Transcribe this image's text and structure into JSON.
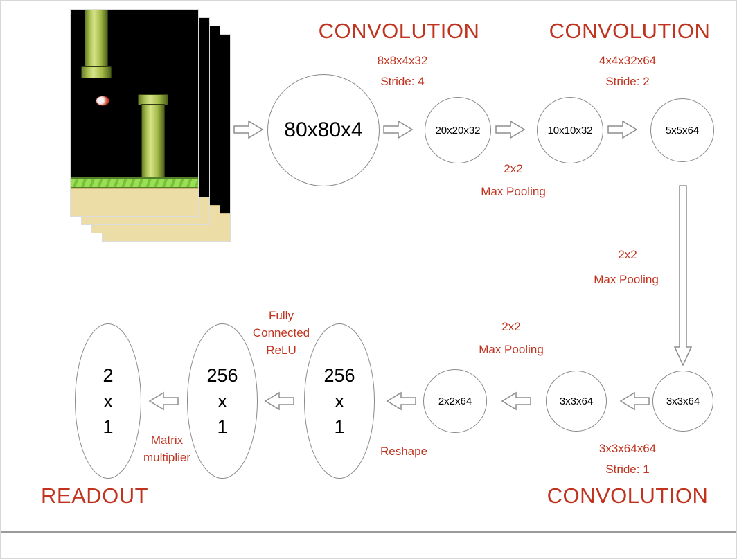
{
  "page": {
    "accent_red": "#c0331f",
    "bg": "#ffffff"
  },
  "headings": {
    "conv1": "CONVOLUTION",
    "conv2": "CONVOLUTION",
    "conv3": "CONVOLUTION",
    "readout": "READOUT"
  },
  "top_row": {
    "input_node": "80x80x4",
    "conv1_filter": "8x8x4x32",
    "conv1_stride": "Stride: 4",
    "node_20": "20x20x32",
    "pool1_size": "2x2",
    "pool1_name": "Max Pooling",
    "node_10": "10x10x32",
    "conv2_filter": "4x4x32x64",
    "conv2_stride": "Stride: 2",
    "node_5": "5x5x64"
  },
  "mid": {
    "pool2_size": "2x2",
    "pool2_name": "Max Pooling"
  },
  "bottom_row": {
    "node_3a": "3x3x64",
    "conv3_filter": "3x3x64x64",
    "conv3_stride": "Stride: 1",
    "node_3b": "3x3x64",
    "pool3_size": "2x2",
    "pool3_name": "Max Pooling",
    "node_2": "2x2x64",
    "reshape_label": "Reshape",
    "fc1": [
      "256",
      "x",
      "1"
    ],
    "fc_label": [
      "Fully",
      "Connected",
      "ReLU"
    ],
    "fc2": [
      "256",
      "x",
      "1"
    ],
    "matmul_label": [
      "Matrix",
      "multiplier"
    ],
    "readout_node": [
      "2",
      "x",
      "1"
    ]
  }
}
